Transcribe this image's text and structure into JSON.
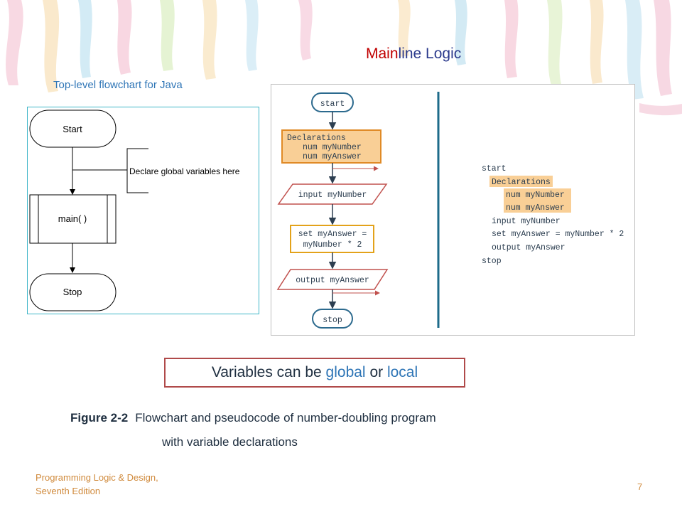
{
  "slide": {
    "title_highlight": "Main",
    "title_rest": "line Logic",
    "subtitle": "Top-level flowchart for Java",
    "variables_prefix": "Variables can be ",
    "variables_global": "global",
    "variables_or": " or ",
    "variables_local": "local",
    "figure_label": "Figure 2-2",
    "figure_caption_line1": "Flowchart and pseudocode of number-doubling program",
    "figure_caption_line2": "with variable declarations",
    "footer_line1": "Programming Logic & Design,",
    "footer_line2": "Seventh Edition",
    "page_number": "7"
  },
  "left_flowchart": {
    "start": "Start",
    "annotation": "Declare global variables here",
    "main": "main( )",
    "stop": "Stop"
  },
  "right_flowchart": {
    "start": "start",
    "declarations_title": "Declarations",
    "decl_1": "num myNumber",
    "decl_2": "num myAnswer",
    "input": "input myNumber",
    "process_line1": "set myAnswer =",
    "process_line2": "myNumber * 2",
    "output": "output myAnswer",
    "stop": "stop"
  },
  "pseudocode": {
    "start": "start",
    "declarations": "Declarations",
    "decl_1": "num myNumber",
    "decl_2": "num myAnswer",
    "input": "input myNumber",
    "set": "set myAnswer = myNumber * 2",
    "output": "output myAnswer",
    "stop": "stop"
  },
  "colors": {
    "title_accent": "#c00000",
    "title": "#2b3a8c",
    "link_blue": "#2e75b6",
    "flow_node_blue": "#2c6a8e",
    "declaration_fill": "#f9cf96",
    "declaration_border": "#e08a26",
    "io_red": "#c0504d",
    "divider": "#1e6b8a",
    "footer": "#d08a3c"
  }
}
